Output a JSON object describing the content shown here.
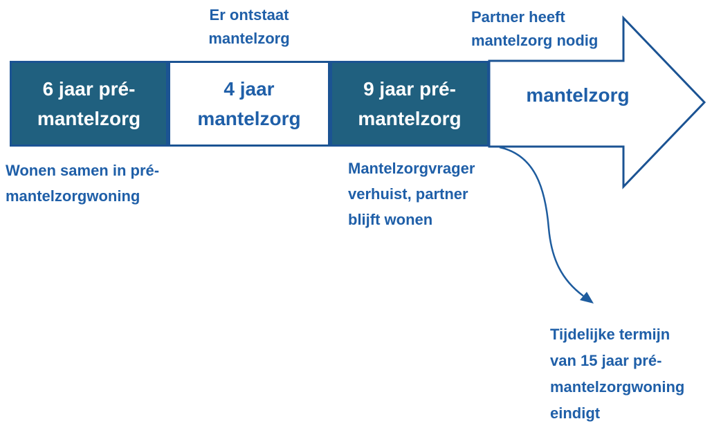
{
  "colors": {
    "outline_blue": "#1B5393",
    "teal_fill": "#20607F",
    "text_blue": "#1F5FA8",
    "box_text_on_fill": "#FFFFFF",
    "background": "#FFFFFF"
  },
  "timeline": {
    "segments": [
      {
        "style": "filled",
        "lines": [
          "6 jaar pré-",
          "mantelzorg"
        ]
      },
      {
        "style": "outlined",
        "lines": [
          "4 jaar",
          "mantelzorg"
        ]
      },
      {
        "style": "filled",
        "lines": [
          "9 jaar pré-",
          "mantelzorg"
        ]
      }
    ],
    "arrow_label": "mantelzorg"
  },
  "annotations": {
    "top_middle": {
      "lines": [
        "Er ontstaat",
        "mantelzorg"
      ]
    },
    "top_right": {
      "lines": [
        "Partner heeft",
        "mantelzorg nodig"
      ]
    },
    "bottom_left": {
      "lines": [
        "Wonen samen in pré-",
        "mantelzorgwoning"
      ]
    },
    "bottom_middle": {
      "lines": [
        "Mantelzorgvrager",
        "verhuist, partner",
        "blijft wonen"
      ]
    },
    "callout": {
      "lines": [
        "Tijdelijke termijn",
        "van 15 jaar pré-",
        "mantelzorgwoning",
        "eindigt"
      ]
    }
  }
}
